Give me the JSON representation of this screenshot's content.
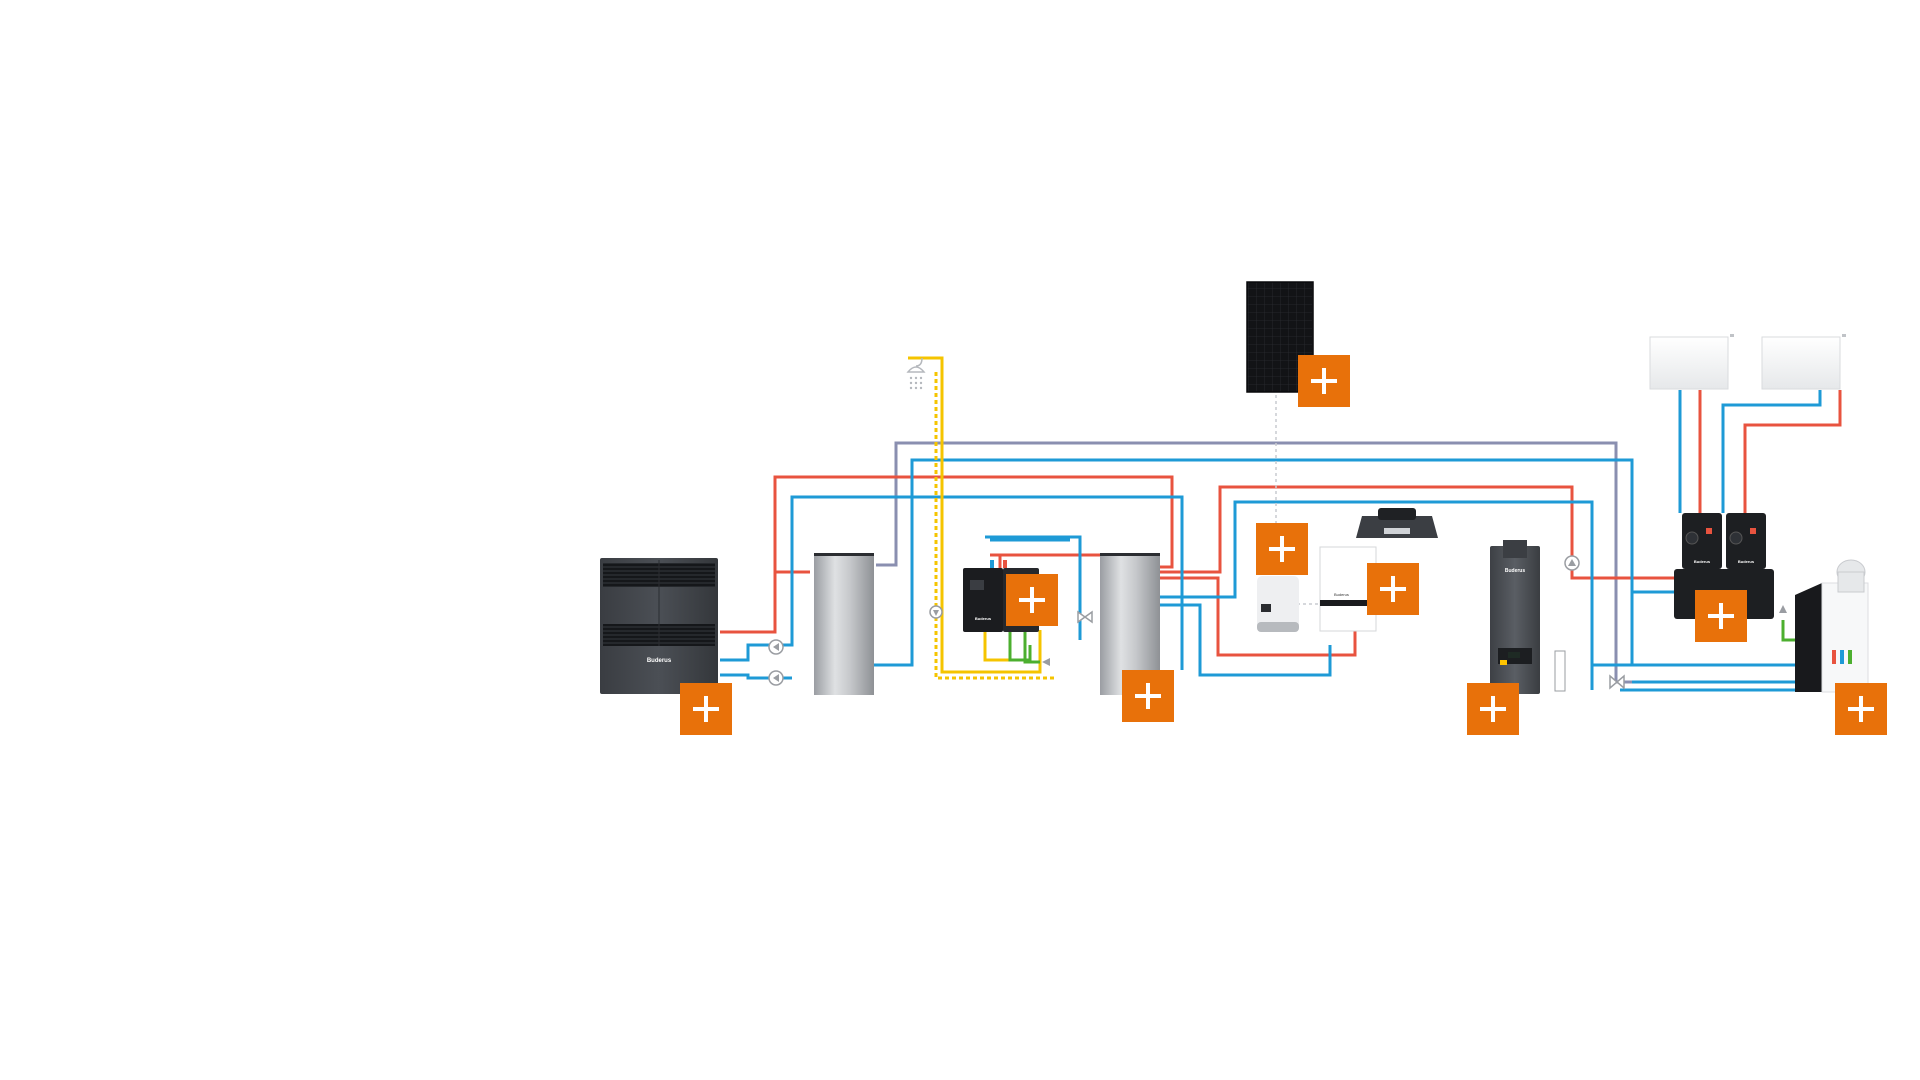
{
  "colors": {
    "supply": "#e8533f",
    "return": "#1e9ad6",
    "circulation": "#8a8fb0",
    "dhw": "#f5c400",
    "solar_link": "#4caf2f",
    "accent": "#e8710a"
  },
  "components": [
    {
      "id": "air-heat-pump",
      "brand": "Buderus"
    },
    {
      "id": "buffer-tank"
    },
    {
      "id": "fresh-water-station",
      "brand": "Buderus"
    },
    {
      "id": "dhw-cylinder"
    },
    {
      "id": "pv-module"
    },
    {
      "id": "pv-inverter"
    },
    {
      "id": "control-unit",
      "brand": "Buderus"
    },
    {
      "id": "smart-controller"
    },
    {
      "id": "condensing-boiler",
      "brand": "Buderus"
    },
    {
      "id": "heating-circuit-modules",
      "brand": "Buderus"
    },
    {
      "id": "radiators"
    },
    {
      "id": "compact-heat-station"
    }
  ],
  "hotspots": [
    {
      "id": "air-heat-pump",
      "symbol": "+"
    },
    {
      "id": "fresh-water-station",
      "symbol": "+"
    },
    {
      "id": "dhw-cylinder",
      "symbol": "+"
    },
    {
      "id": "pv-module",
      "symbol": "+"
    },
    {
      "id": "pv-inverter",
      "symbol": "+"
    },
    {
      "id": "control-unit",
      "symbol": "+"
    },
    {
      "id": "condensing-boiler",
      "symbol": "+"
    },
    {
      "id": "heating-circuit-modules",
      "symbol": "+"
    },
    {
      "id": "compact-heat-station",
      "symbol": "+"
    }
  ],
  "icons": [
    "shower-icon",
    "pump-icon",
    "mixing-valve-icon",
    "plus-icon"
  ]
}
